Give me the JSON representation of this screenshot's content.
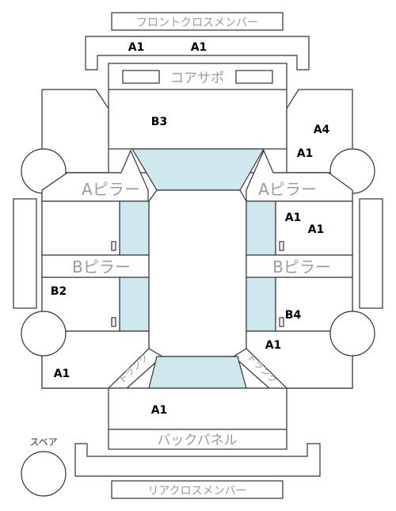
{
  "parts": {
    "front_cross_member": "フロントクロスメンバー",
    "core_support": "コアサポ",
    "a_pillar_left": "Aピラー",
    "a_pillar_right": "Aピラー",
    "b_pillar_left": "Bピラー",
    "b_pillar_right": "Bピラー",
    "back_panel": "バックパネル",
    "rear_cross_member": "リアクロスメンバー",
    "spare": "スペア",
    "trunk_left": "トランク",
    "trunk_right": "トランク"
  },
  "grades": {
    "front_left": "A1",
    "front_right": "A1",
    "hood": "B3",
    "fender_right_upper": "A4",
    "fender_right_lower": "A1",
    "front_door_right_a": "A1",
    "front_door_right_b": "A1",
    "rear_door_left": "B2",
    "rear_door_right": "B4",
    "quarter_right": "A1",
    "quarter_left": "A1",
    "trunk_lid": "A1"
  }
}
